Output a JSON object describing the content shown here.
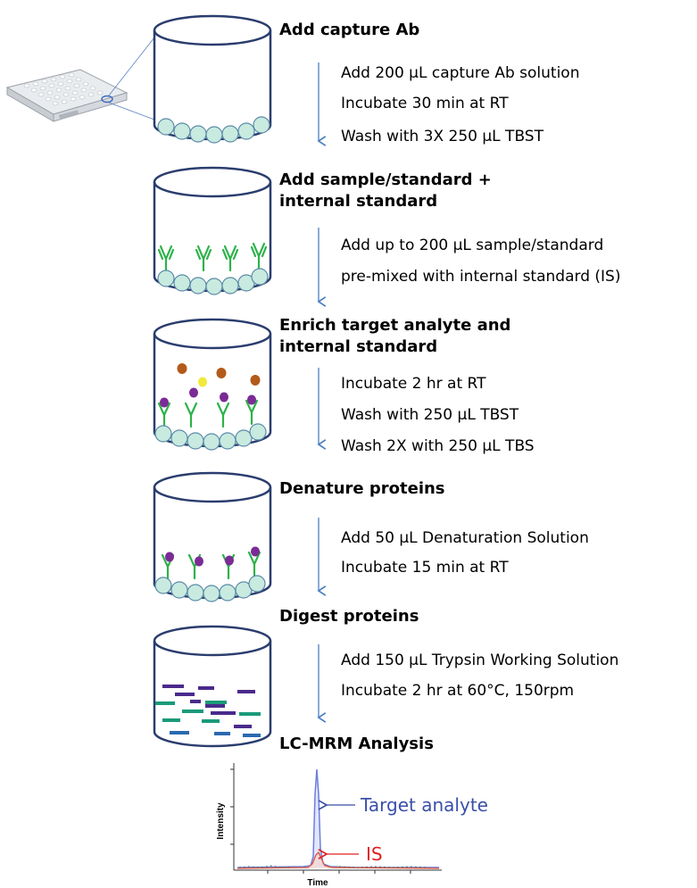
{
  "colors": {
    "cup_stroke": "#2a3d6e",
    "bead_fill": "#c8eadf",
    "bead_stroke": "#5a8aa8",
    "antibody": "#2db24a",
    "analyte_purple": "#7b2b96",
    "analyte_orange": "#b35a1a",
    "analyte_yellow": "#f0ea3c",
    "arrow": "#4a7fc1",
    "peptide_purple": "#4a2a8c",
    "peptide_teal": "#1a9a7a",
    "peptide_blue": "#2a6ab0",
    "target_trace": "#6a7fe0",
    "target_label": "#3a4fa8",
    "is_trace": "#e0503a",
    "is_label": "#e02020"
  },
  "steps": [
    {
      "title": "Add capture Ab",
      "lines": [
        "Add 200 µL capture Ab solution",
        "Incubate 30 min at RT",
        "Wash with 3X 250 µL TBST"
      ]
    },
    {
      "title": [
        "Add sample/standard +",
        "internal standard"
      ],
      "lines": [
        "Add up to 200 µL sample/standard",
        "pre-mixed with internal standard (IS)"
      ]
    },
    {
      "title": [
        "Enrich target analyte and",
        "internal standard"
      ],
      "lines": [
        "Incubate 2 hr at RT",
        "Wash with 250 µL TBST",
        "Wash 2X with 250 µL TBS"
      ]
    },
    {
      "title": "Denature proteins",
      "lines": [
        "Add 50 µL Denaturation Solution",
        "Incubate 15 min at RT"
      ]
    },
    {
      "title": "Digest proteins",
      "lines": [
        "Add 150 µL Trypsin Working Solution",
        "Incubate 2 hr at 60°C, 150rpm"
      ]
    },
    {
      "title": "LC-MRM Analysis",
      "lines": []
    }
  ],
  "chart": {
    "ylabel": "Intensity",
    "xlabel": "Time",
    "target_label": "Target analyte",
    "is_label": "IS"
  }
}
